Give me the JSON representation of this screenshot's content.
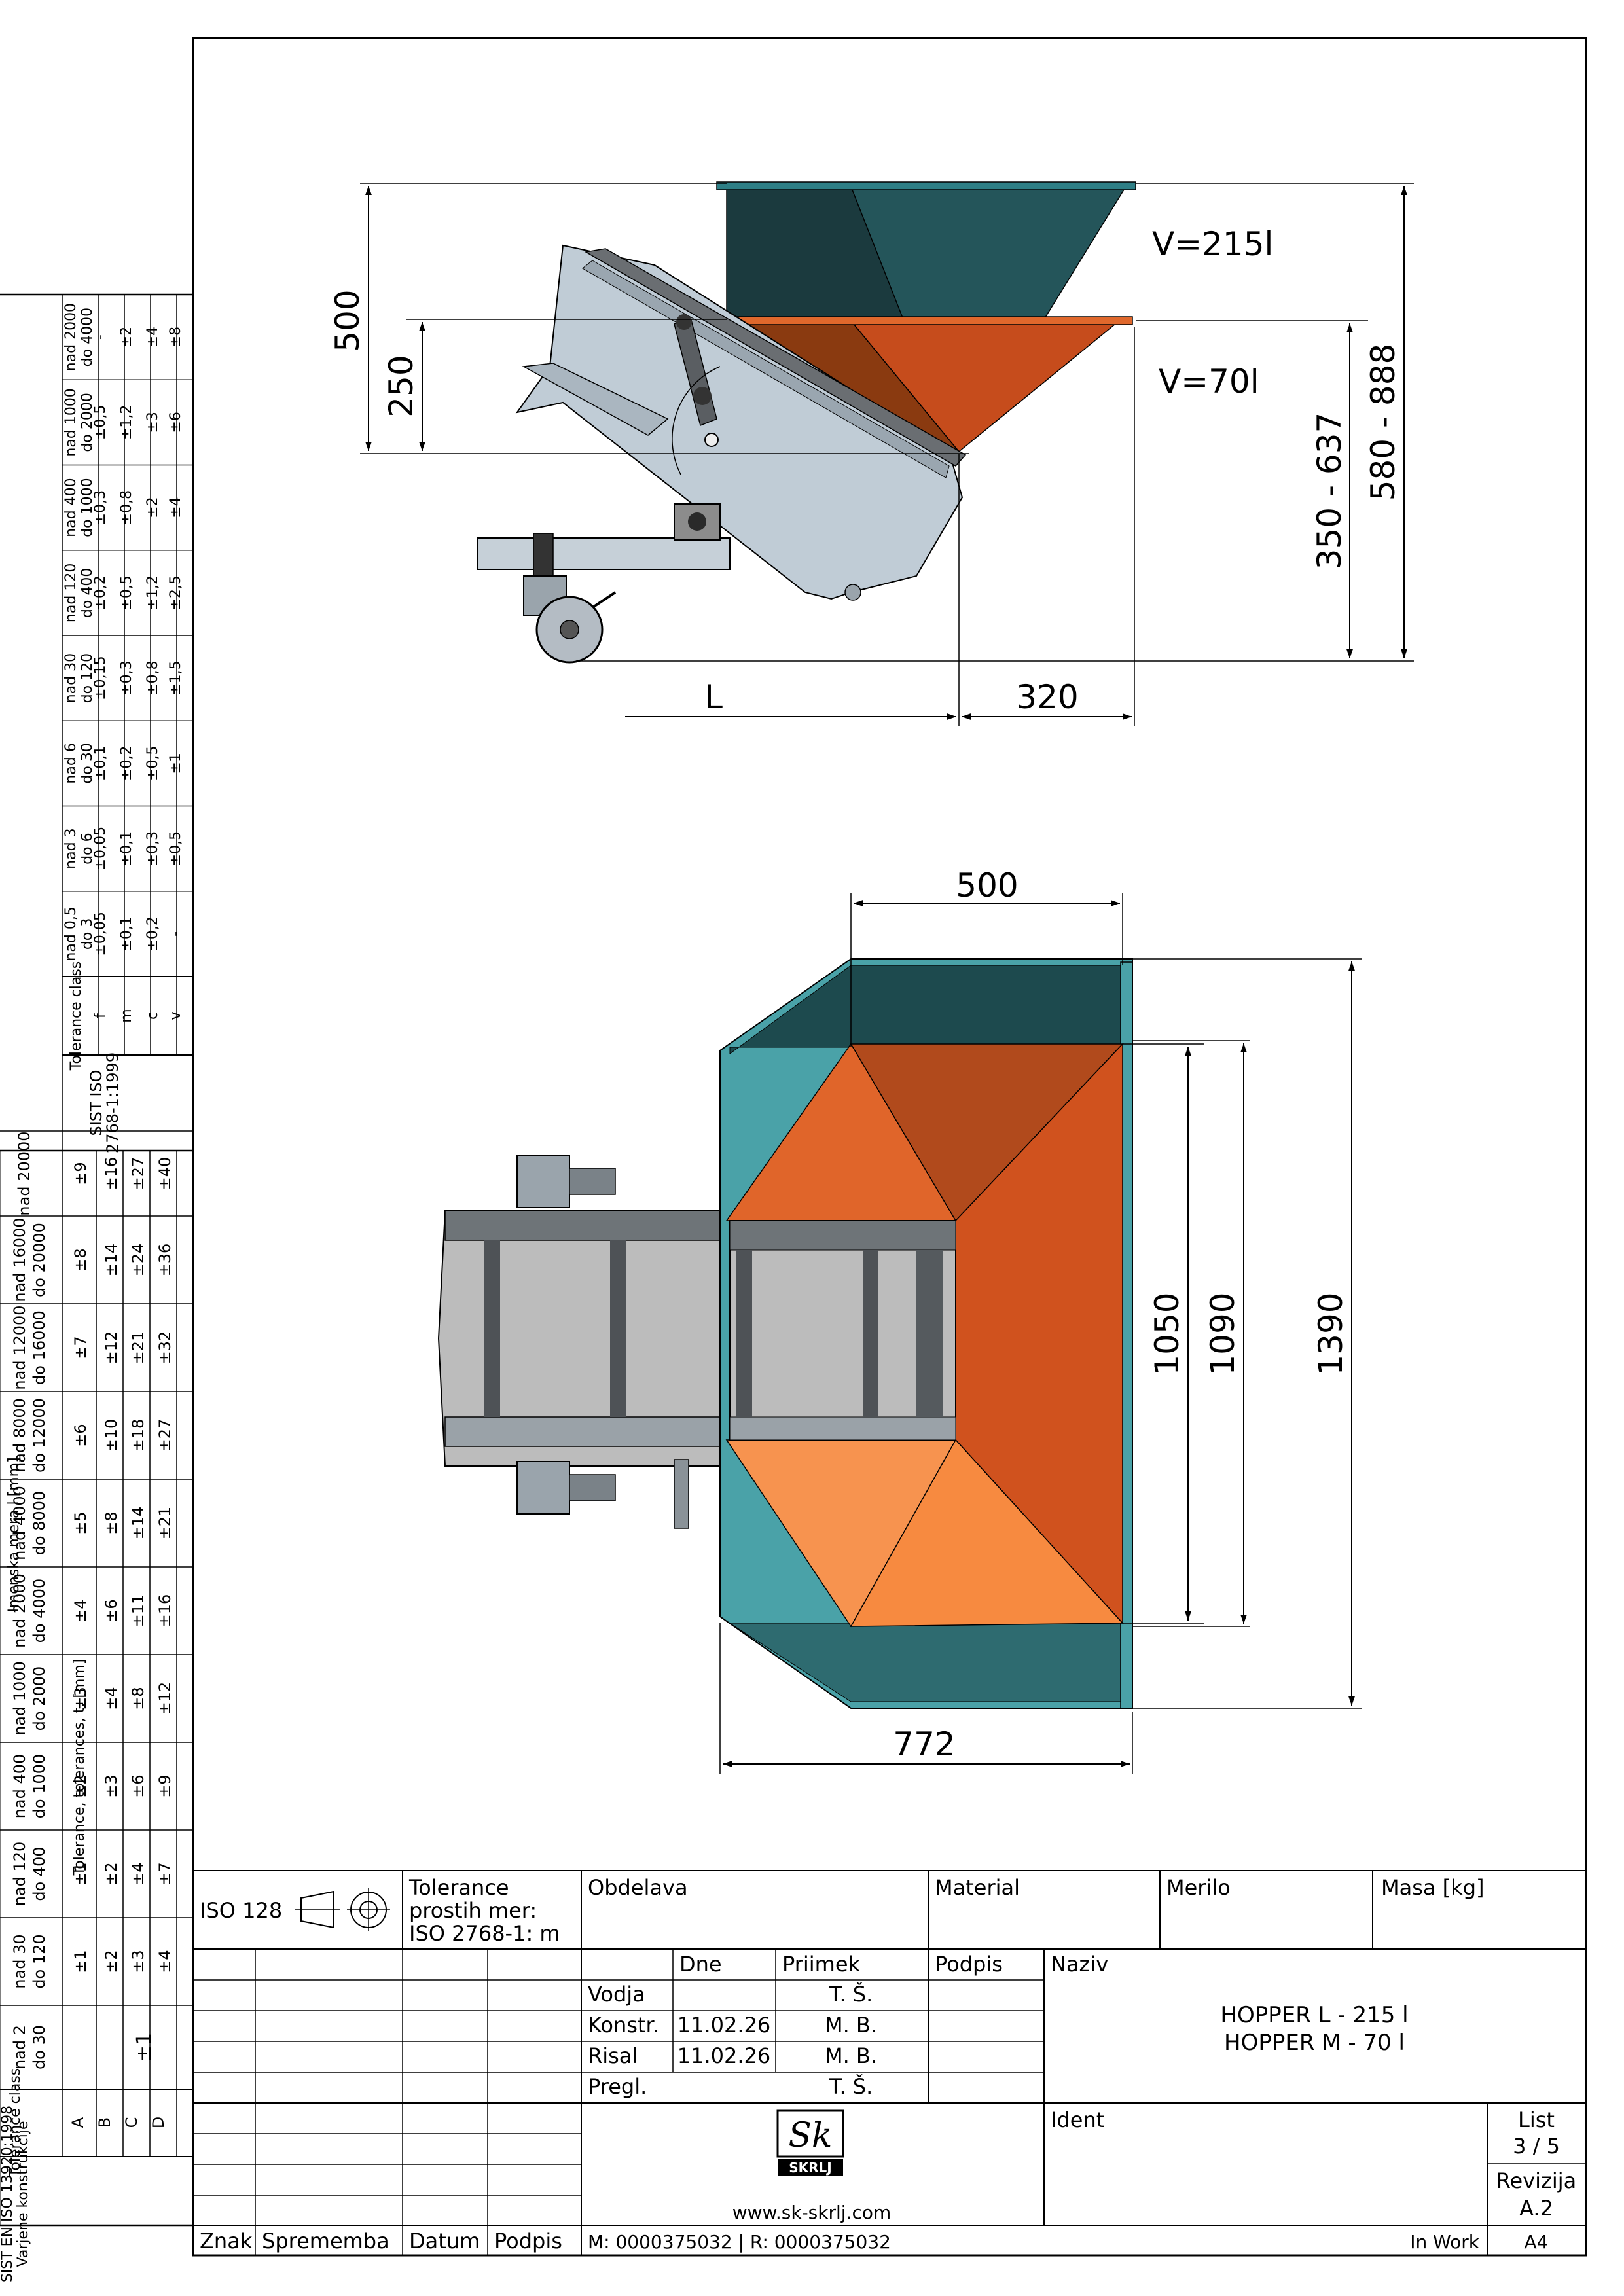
{
  "drawing": {
    "side_view": {
      "volume_large": "V=215l",
      "volume_small": "V=70l",
      "dim_500": "500",
      "dim_250": "250",
      "dim_350_637": "350 - 637",
      "dim_580_888": "580 - 888",
      "dim_L": "L",
      "dim_320": "320"
    },
    "top_view": {
      "dim_500": "500",
      "dim_1050": "1050",
      "dim_1090": "1090",
      "dim_1390": "1390",
      "dim_772": "772"
    }
  },
  "welded_table": {
    "header_main": "Imenska mera l [mm]",
    "header_sub": "Tolerance, tolerances, t, [mm]",
    "std_line1": "SIST EN ISO 13920:1998",
    "std_line2": "Varjene konstrukcije",
    "class_label": "Tolerance class",
    "ranges": [
      "nad 2 do 30",
      "nad 30 do 120",
      "nad 120 do 400",
      "nad 400 do 1000",
      "nad 1000 do 2000",
      "nad 2000 do 4000",
      "nad 4000 do 8000",
      "nad 8000 do 12000",
      "nad 12000 do 16000",
      "nad 16000 do 20000",
      "nad 20000"
    ],
    "classes": [
      "A",
      "B",
      "C",
      "D"
    ],
    "merged_first": "±1",
    "rows": {
      "A": [
        "±1",
        "±1",
        "±2",
        "±3",
        "±4",
        "±5",
        "±6",
        "±7",
        "±8",
        "±9"
      ],
      "B": [
        "±2",
        "±2",
        "±3",
        "±4",
        "±6",
        "±8",
        "±10",
        "±12",
        "±14",
        "±16"
      ],
      "C": [
        "±3",
        "±4",
        "±6",
        "±8",
        "±11",
        "±14",
        "±18",
        "±21",
        "±24",
        "±27"
      ],
      "D": [
        "±4",
        "±7",
        "±9",
        "±12",
        "±16",
        "±21",
        "±27",
        "±32",
        "±36",
        "±40"
      ]
    }
  },
  "general_table": {
    "std_line1": "SIST ISO",
    "std_line2": "2768-1:1999",
    "class_label": "Tolerance class",
    "ranges": [
      "nad 0,5 do 3",
      "nad 3 do 6",
      "nad 6 do 30",
      "nad 30 do 120",
      "nad 120 do 400",
      "nad 400 do 1000",
      "nad 1000 do 2000",
      "nad 2000 do 4000"
    ],
    "classes": [
      "f",
      "m",
      "c",
      "v"
    ],
    "rows": {
      "f": [
        "±0,05",
        "±0,05",
        "±0,1",
        "±0,15",
        "±0,2",
        "±0,3",
        "±0,5",
        "-"
      ],
      "m": [
        "±0,1",
        "±0,1",
        "±0,2",
        "±0,3",
        "±0,5",
        "±0,8",
        "±1,2",
        "±2"
      ],
      "c": [
        "±0,2",
        "±0,3",
        "±0,5",
        "±0,8",
        "±1,2",
        "±2",
        "±3",
        "±4"
      ],
      "v": [
        "-",
        "±0,5",
        "±1",
        "±1,5",
        "±2,5",
        "±4",
        "±6",
        "±8"
      ]
    }
  },
  "title_block": {
    "iso": "ISO 128",
    "tolerance_free": [
      "Tolerance",
      "prostih mer:",
      "ISO 2768-1: m"
    ],
    "obdelava": "Obdelava",
    "material": "Material",
    "merilo": "Merilo",
    "masa": "Masa [kg]",
    "col_dne": "Dne",
    "col_priimek": "Priimek",
    "col_podpis": "Podpis",
    "naziv": "Naziv",
    "roles": [
      "Vodja",
      "Konstr.",
      "Risal",
      "Pregl."
    ],
    "dates": [
      "",
      "11.02.26",
      "11.02.26",
      ""
    ],
    "names": [
      "T. Š.",
      "M. B.",
      "M. B.",
      "T. Š."
    ],
    "title_line1": "HOPPER L - 215 l",
    "title_line2": "HOPPER M - 70 l",
    "ident": "Ident",
    "list_label": "List",
    "list_value": "3 / 5",
    "revizija_label": "Revizija",
    "revizija_value": "A.2",
    "logo_text": "SKRLJ",
    "logo_mark": "Sk",
    "website": "www.sk-skrlj.com",
    "rev_cols": [
      "Znak",
      "Sprememba",
      "Datum",
      "Podpis"
    ],
    "doc_numbers": "M: 0000375032 | R: 0000375032",
    "status": "In Work",
    "format": "A4"
  }
}
